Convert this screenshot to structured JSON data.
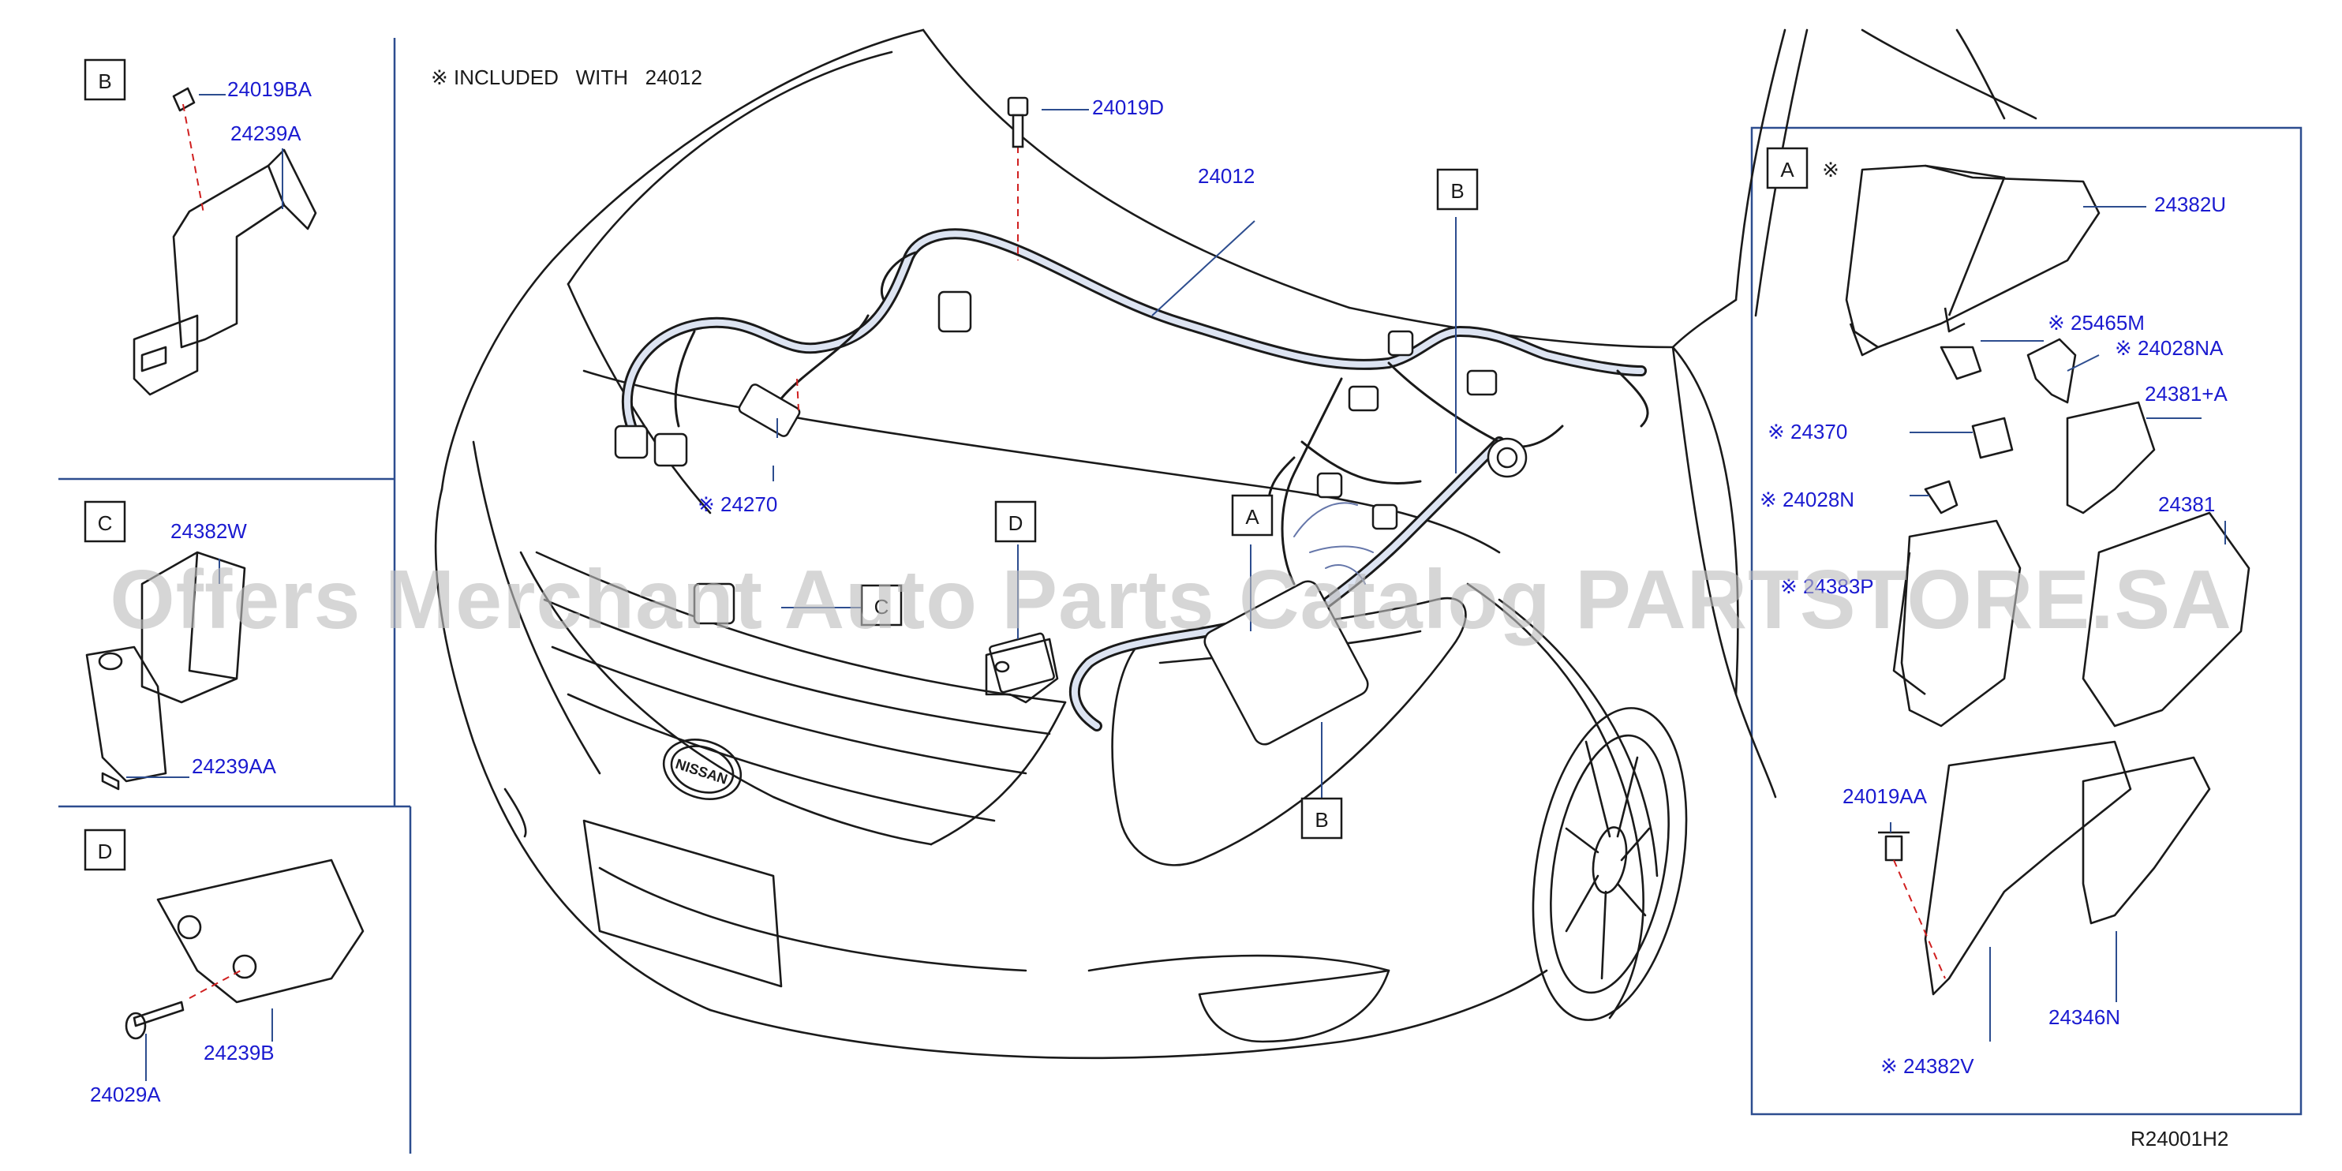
{
  "colors": {
    "label": "#1a1ad0",
    "drawing": "#1a1a1a",
    "frame": "#2d4d8f",
    "leader_dash": "#d02020",
    "watermark": "#bdbdbd"
  },
  "header_note": "※ INCLUDED   WITH   24012",
  "diagram_code": "R24001H2",
  "watermark": "Offers Merchant Auto Parts Catalog PARTSTORE.SA",
  "sections": {
    "B": {
      "letter": "B",
      "parts": [
        "24019BA",
        "24239A"
      ]
    },
    "C": {
      "letter": "C",
      "parts": [
        "24382W",
        "24239AA"
      ]
    },
    "D": {
      "letter": "D",
      "parts": [
        "24239B",
        "24029A"
      ]
    },
    "A": {
      "letter": "A",
      "note": "※"
    }
  },
  "main_parts": [
    "24019D",
    "24012",
    "※ 24270"
  ],
  "callouts": [
    "A",
    "B",
    "B",
    "D",
    "C"
  ],
  "detail_a_parts": [
    "24382U",
    "※ 25465M",
    "※ 24028NA",
    "24381+A",
    "※ 24370",
    "※ 24028N",
    "24381",
    "※ 24383P",
    "24019AA",
    "24346N",
    "※ 24382V"
  ],
  "logo": "NISSAN"
}
